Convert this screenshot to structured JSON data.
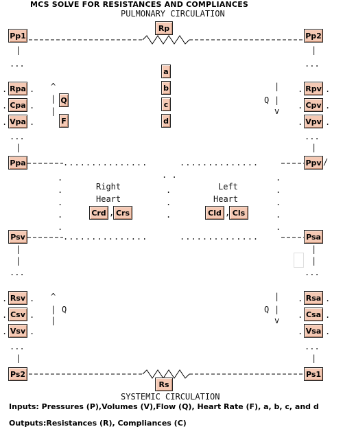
{
  "title": "MCS SOLVE FOR RESISTANCES AND COMPLIANCES",
  "pulmonary_label": "PULMONARY CIRCULATION",
  "systemic_label": "SYSTEMIC CIRCULATION",
  "buttons": {
    "pp1": "Pp1",
    "pp2": "Pp2",
    "rp": "Rp",
    "rpa": "Rpa",
    "cpa": "Cpa",
    "vpa": "Vpa",
    "q_left_top": "Q",
    "f": "F",
    "a": "a",
    "b": "b",
    "c": "c",
    "d": "d",
    "rpv": "Rpv",
    "cpv": "Cpv",
    "vpv": "Vpv",
    "ppa": "Ppa",
    "ppv": "Ppv",
    "crd": "Crd",
    "crs": "Crs",
    "cld": "Cld",
    "cls": "Cls",
    "psv": "Psv",
    "psa": "Psa",
    "rsv": "Rsv",
    "csv": "Csv",
    "vsv": "Vsv",
    "rsa": "Rsa",
    "csa": "Csa",
    "vsa": "Vsa",
    "ps2": "Ps2",
    "ps1": "Ps1",
    "rs": "Rs"
  },
  "heart": {
    "right_line1": "Right",
    "right_line2": "Heart",
    "left_line1": "Left",
    "left_line2": "Heart",
    "comma": ","
  },
  "flow_text": {
    "caret": "^",
    "bar": "|",
    "q": "Q",
    "v": "v",
    "dots": "...",
    "dot": ".",
    "ppv_tail": "/"
  },
  "inputs_line": "Inputs: Pressures (P),Volumes (V),Flow (Q), Heart Rate (F), a, b, c, and d",
  "outputs_line": "Outputs:Resistances (R), Compliances (C)"
}
